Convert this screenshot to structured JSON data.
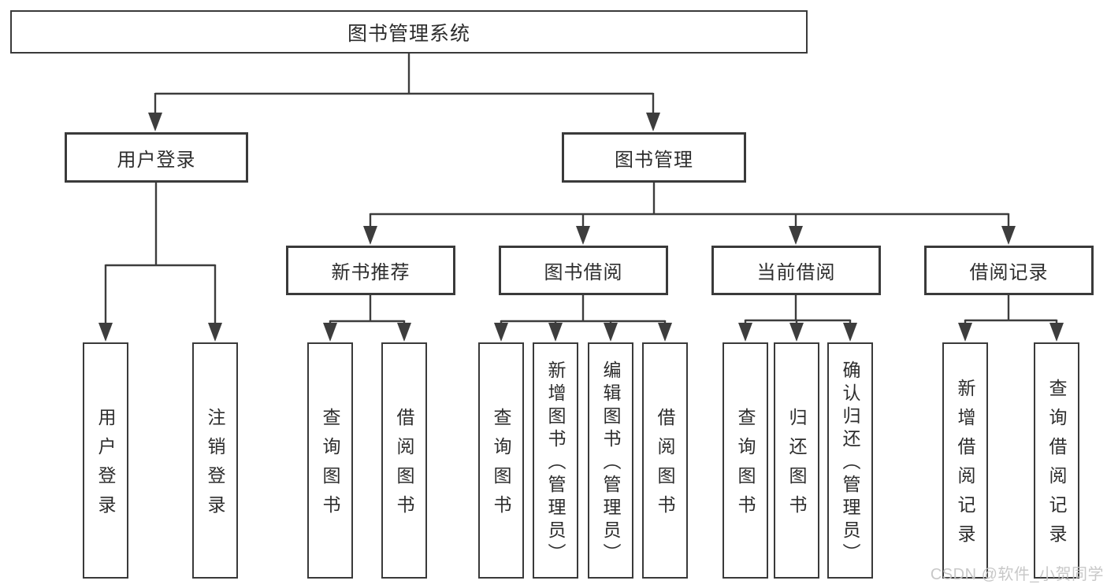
{
  "diagram": {
    "type": "hierarchy",
    "root": {
      "label": "图书管理系统"
    },
    "level2": [
      {
        "label": "用户登录",
        "parent": "图书管理系统"
      },
      {
        "label": "图书管理",
        "parent": "图书管理系统"
      }
    ],
    "level3": [
      {
        "label": "新书推荐",
        "parent": "图书管理"
      },
      {
        "label": "图书借阅",
        "parent": "图书管理"
      },
      {
        "label": "当前借阅",
        "parent": "图书管理"
      },
      {
        "label": "借阅记录",
        "parent": "图书管理"
      }
    ],
    "leaves": [
      {
        "label": "用户登录",
        "parent": "用户登录"
      },
      {
        "label": "注销登录",
        "parent": "用户登录"
      },
      {
        "label": "查询图书",
        "parent": "新书推荐"
      },
      {
        "label": "借阅图书",
        "parent": "新书推荐"
      },
      {
        "label": "查询图书",
        "parent": "图书借阅"
      },
      {
        "label": "新增图书（管理员）",
        "parent": "图书借阅"
      },
      {
        "label": "编辑图书（管理员）",
        "parent": "图书借阅"
      },
      {
        "label": "借阅图书",
        "parent": "图书借阅"
      },
      {
        "label": "查询图书",
        "parent": "当前借阅"
      },
      {
        "label": "归还图书",
        "parent": "当前借阅"
      },
      {
        "label": "确认归还（管理员）",
        "parent": "当前借阅"
      },
      {
        "label": "新增借阅记录",
        "parent": "借阅记录"
      },
      {
        "label": "查询借阅记录",
        "parent": "借阅记录"
      }
    ]
  },
  "watermark": {
    "text": "CSDN @软件_小贺同学"
  },
  "colors": {
    "line": "#3d3d3d",
    "box_border": "#3a3a3a",
    "box_fill": "#ffffff",
    "text": "#2d2d2d",
    "watermark": "#c5c5c5",
    "background": "#ffffff"
  }
}
